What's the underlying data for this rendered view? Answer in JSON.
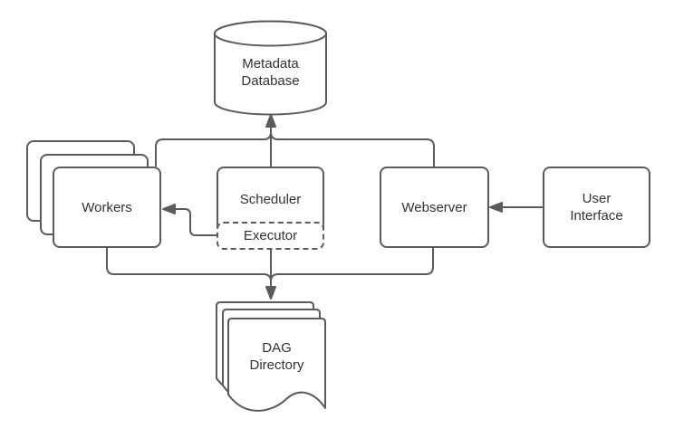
{
  "diagram": {
    "background_color": "#ffffff",
    "stroke_color": "#5b5b5b",
    "text_color": "#333333",
    "nodes": {
      "metadata_database": {
        "label": "Metadata Database",
        "shape": "cylinder"
      },
      "workers": {
        "label": "Workers",
        "shape": "stacked-rounded-rect",
        "stack_count": 3
      },
      "scheduler": {
        "label": "Scheduler",
        "shape": "rounded-rect"
      },
      "executor": {
        "label": "Executor",
        "shape": "dashed-rounded-rect",
        "nested_in": "scheduler"
      },
      "webserver": {
        "label": "Webserver",
        "shape": "rounded-rect"
      },
      "user_interface": {
        "label": "User Interface",
        "shape": "rounded-rect"
      },
      "dag_directory": {
        "label": "DAG Directory",
        "shape": "document-stack",
        "stack_count": 3
      }
    },
    "edges": [
      {
        "from": "workers",
        "to": "metadata_database",
        "type": "arrow"
      },
      {
        "from": "scheduler",
        "to": "metadata_database",
        "type": "arrow"
      },
      {
        "from": "webserver",
        "to": "metadata_database",
        "type": "arrow"
      },
      {
        "from": "workers",
        "to": "dag_directory",
        "type": "arrow"
      },
      {
        "from": "executor",
        "to": "dag_directory",
        "type": "arrow"
      },
      {
        "from": "webserver",
        "to": "dag_directory",
        "type": "arrow"
      },
      {
        "from": "executor",
        "to": "workers",
        "type": "arrow"
      },
      {
        "from": "user_interface",
        "to": "webserver",
        "type": "arrow"
      }
    ]
  }
}
